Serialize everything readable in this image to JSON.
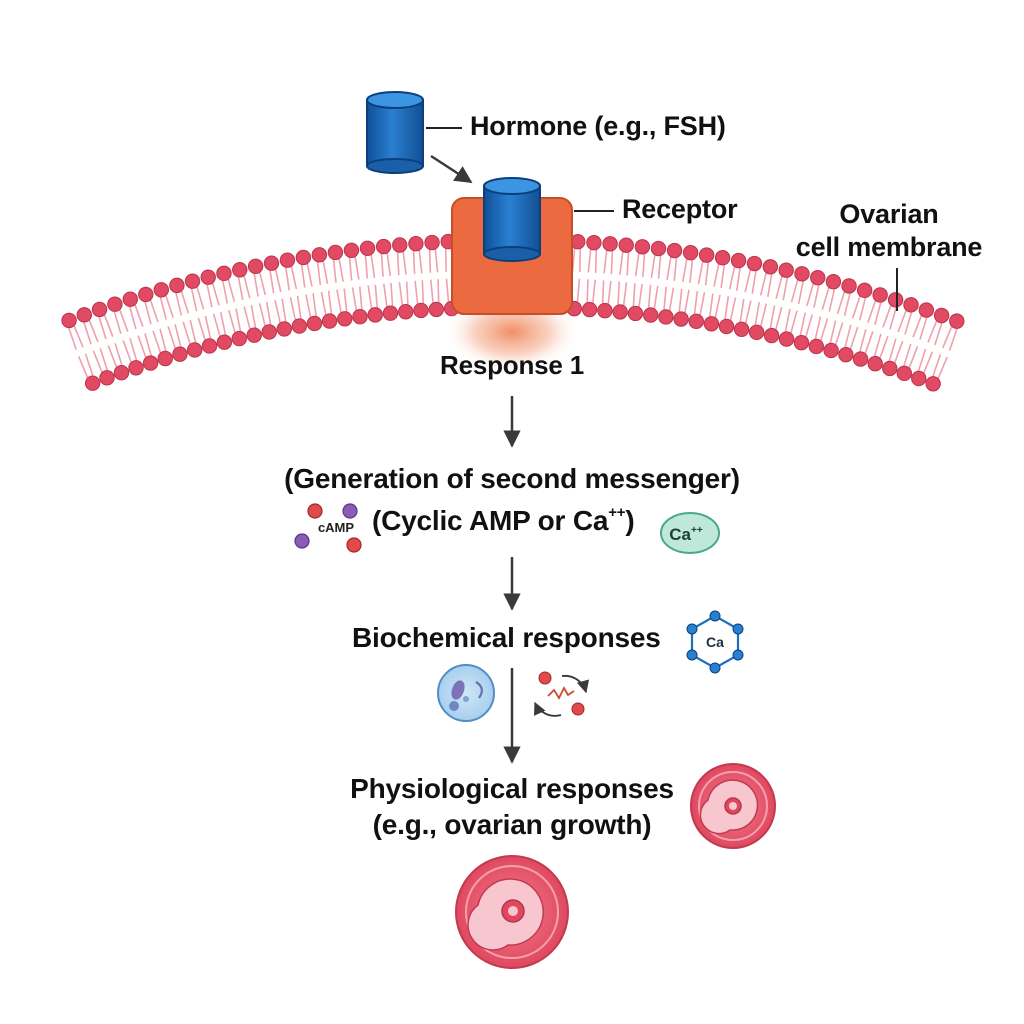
{
  "labels": {
    "hormone": "Hormone (e.g., FSH)",
    "receptor": "Receptor",
    "membrane_line1": "Ovarian",
    "membrane_line2": "cell membrane",
    "response1": "Response 1",
    "second_messenger": "(Generation of second messenger)",
    "messengers_prefix": "(Cyclic AMP or Ca",
    "messengers_sup": "++",
    "messengers_suffix": ")",
    "camp_icon": "cAMP",
    "ca_oval": "Ca",
    "ca_oval_sup": "++",
    "ca_hexagon": "Ca",
    "biochemical": "Biochemical responses",
    "physio_line1": "Physiological responses",
    "physio_line2": "(e.g., ovarian growth)"
  },
  "colors": {
    "hormone_blue": "#1f6fc0",
    "receptor_orange": "#ec6a3f",
    "membrane_red": "#e24a63",
    "tail_pink": "#f0a0ad",
    "arrow": "#3a3a3a",
    "ca_oval_fill": "#bfe8da",
    "cell_fill": "#ec5d73"
  }
}
